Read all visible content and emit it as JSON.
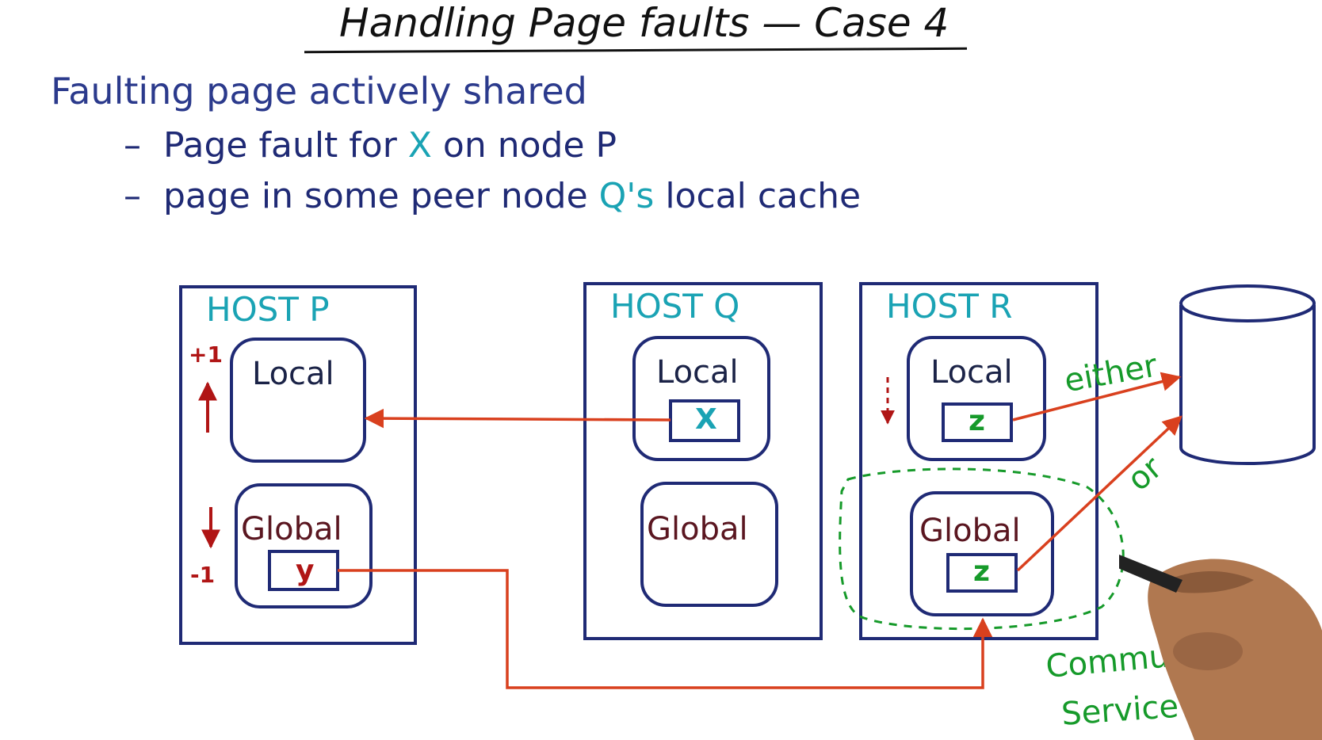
{
  "title": "Handling Page faults — Case 4",
  "heading": "Faulting page actively shared",
  "bullets": [
    {
      "dash": "–",
      "pre": "Page fault for ",
      "hl": "X",
      "post": " on node P"
    },
    {
      "dash": "–",
      "pre": "page in some peer node ",
      "hl": "Q's",
      "post": " local cache"
    }
  ],
  "hosts": {
    "p": {
      "label": "HOST P",
      "local": "Local",
      "global": "Global",
      "global_page": "y",
      "local_delta": "+1",
      "global_delta": "-1"
    },
    "q": {
      "label": "HOST Q",
      "local": "Local",
      "local_page": "X",
      "global": "Global"
    },
    "r": {
      "label": "HOST R",
      "local": "Local",
      "local_page": "z",
      "global": "Global",
      "global_page": "z"
    }
  },
  "annotations": {
    "either": "either",
    "or": "or",
    "community_1": "Community",
    "community_2": "Service"
  },
  "colors": {
    "box_border": "#1f2a75",
    "arrow": "#d9401e",
    "teal": "#1aa3b4",
    "green": "#169a2a",
    "counter_red": "#b01515",
    "global_text": "#5a1620"
  }
}
